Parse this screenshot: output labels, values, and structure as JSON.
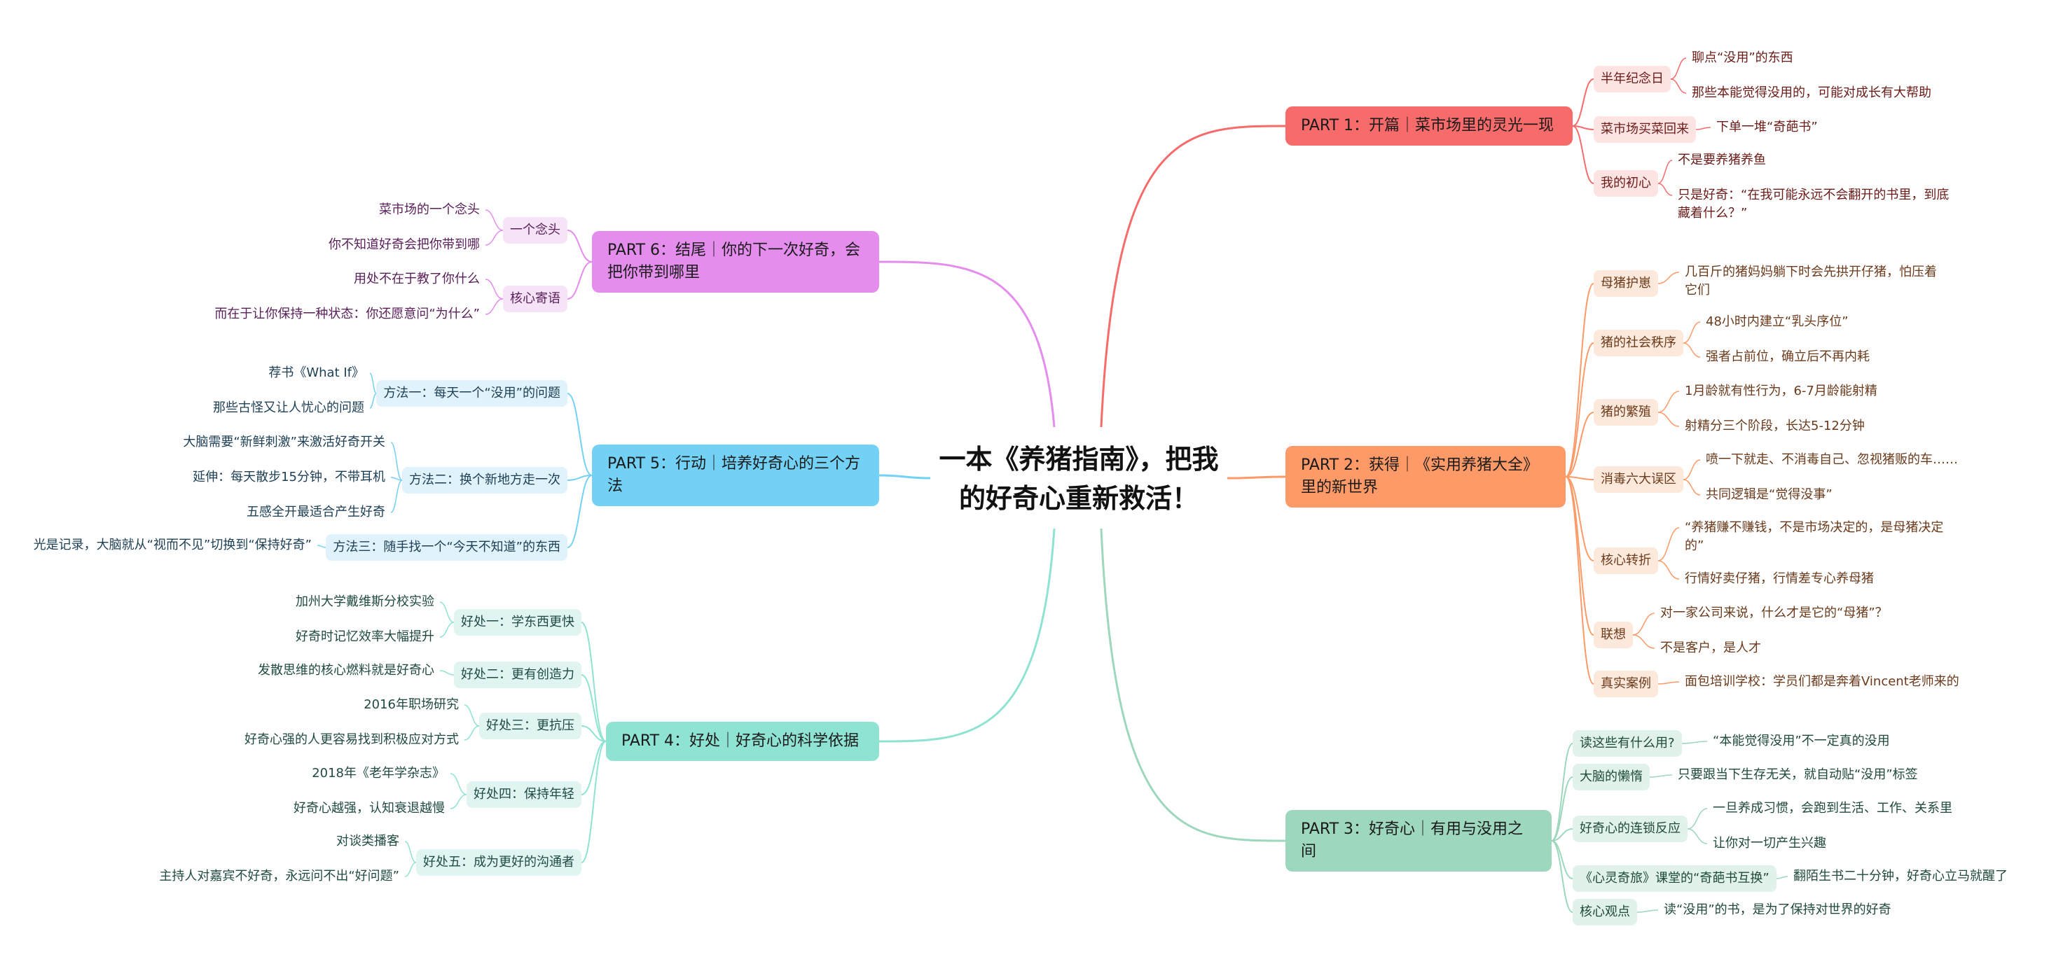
{
  "center": {
    "title": "一本《养猪指南》，把我的好奇心重新救活！"
  },
  "colors": {
    "part1": "#f76b6b",
    "part2": "#fd9a67",
    "part3": "#9dd7bd",
    "part4": "#8ee3d3",
    "part5": "#72d1f5",
    "part6": "#e48ded"
  },
  "parts": [
    {
      "title": "PART 1：开篇｜菜市场里的灵光一现",
      "branches": [
        {
          "label": "半年纪念日",
          "leaves": [
            "聊点“没用”的东西",
            "那些本能觉得没用的，可能对成长有大帮助"
          ]
        },
        {
          "label": "菜市场买菜回来",
          "leaves": [
            "下单一堆“奇葩书”"
          ]
        },
        {
          "label": "我的初心",
          "leaves": [
            "不是要养猪养鱼",
            "只是好奇：“在我可能永远不会翻开的书里，到底藏着什么？”"
          ]
        }
      ]
    },
    {
      "title": "PART 2：获得｜《实用养猪大全》里的新世界",
      "branches": [
        {
          "label": "母猪护崽",
          "leaves": [
            "几百斤的猪妈妈躺下时会先拱开仔猪，怕压着它们"
          ]
        },
        {
          "label": "猪的社会秩序",
          "leaves": [
            "48小时内建立“乳头序位”",
            "强者占前位，确立后不再内耗"
          ]
        },
        {
          "label": "猪的繁殖",
          "leaves": [
            "1月龄就有性行为，6-7月龄能射精",
            "射精分三个阶段，长达5-12分钟"
          ]
        },
        {
          "label": "消毒六大误区",
          "leaves": [
            "喷一下就走、不消毒自己、忽视猪贩的车……",
            "共同逻辑是“觉得没事”"
          ]
        },
        {
          "label": "核心转折",
          "leaves": [
            "“养猪赚不赚钱，不是市场决定的，是母猪决定的”",
            "行情好卖仔猪，行情差专心养母猪"
          ]
        },
        {
          "label": "联想",
          "leaves": [
            "对一家公司来说，什么才是它的“母猪”？",
            "不是客户，是人才"
          ]
        },
        {
          "label": "真实案例",
          "leaves": [
            "面包培训学校：学员们都是奔着Vincent老师来的"
          ]
        }
      ]
    },
    {
      "title": "PART 3：好奇心｜有用与没用之间",
      "branches": [
        {
          "label": "读这些有什么用?",
          "leaves": [
            "“本能觉得没用”不一定真的没用"
          ]
        },
        {
          "label": "大脑的懒惰",
          "leaves": [
            "只要跟当下生存无关，就自动贴“没用”标签"
          ]
        },
        {
          "label": "好奇心的连锁反应",
          "leaves": [
            "一旦养成习惯，会跑到生活、工作、关系里",
            "让你对一切产生兴趣"
          ]
        },
        {
          "label": "《心灵奇旅》课堂的“奇葩书互换”",
          "leaves": [
            "翻陌生书二十分钟，好奇心立马就醒了"
          ]
        },
        {
          "label": "核心观点",
          "leaves": [
            "读“没用”的书，是为了保持对世界的好奇"
          ]
        }
      ]
    },
    {
      "title": "PART 4：好处｜好奇心的科学依据",
      "branches": [
        {
          "label": "好处一：学东西更快",
          "leaves": [
            "加州大学戴维斯分校实验",
            "好奇时记忆效率大幅提升"
          ]
        },
        {
          "label": "好处二：更有创造力",
          "leaves": [
            "发散思维的核心燃料就是好奇心"
          ]
        },
        {
          "label": "好处三：更抗压",
          "leaves": [
            "2016年职场研究",
            "好奇心强的人更容易找到积极应对方式"
          ]
        },
        {
          "label": "好处四：保持年轻",
          "leaves": [
            "2018年《老年学杂志》",
            "好奇心越强，认知衰退越慢"
          ]
        },
        {
          "label": "好处五：成为更好的沟通者",
          "leaves": [
            "对谈类播客",
            "主持人对嘉宾不好奇，永远问不出“好问题”"
          ]
        }
      ]
    },
    {
      "title": "PART 5：行动｜培养好奇心的三个方法",
      "branches": [
        {
          "label": "方法一：每天一个“没用”的问题",
          "leaves": [
            "荐书《What If》",
            "那些古怪又让人忧心的问题"
          ]
        },
        {
          "label": "方法二：换个新地方走一次",
          "leaves": [
            "大脑需要“新鲜刺激”来激活好奇开关",
            "延伸：每天散步15分钟，不带耳机",
            "五感全开最适合产生好奇"
          ]
        },
        {
          "label": "方法三：随手找一个“今天不知道”的东西",
          "leaves": [
            "光是记录，大脑就从“视而不见”切换到“保持好奇”"
          ]
        }
      ]
    },
    {
      "title": "PART 6：结尾｜你的下一次好奇，会把你带到哪里",
      "branches": [
        {
          "label": "一个念头",
          "leaves": [
            "菜市场的一个念头",
            "你不知道好奇会把你带到哪"
          ]
        },
        {
          "label": "核心寄语",
          "leaves": [
            "用处不在于教了你什么",
            "而在于让你保持一种状态：你还愿意问“为什么”"
          ]
        }
      ]
    }
  ]
}
